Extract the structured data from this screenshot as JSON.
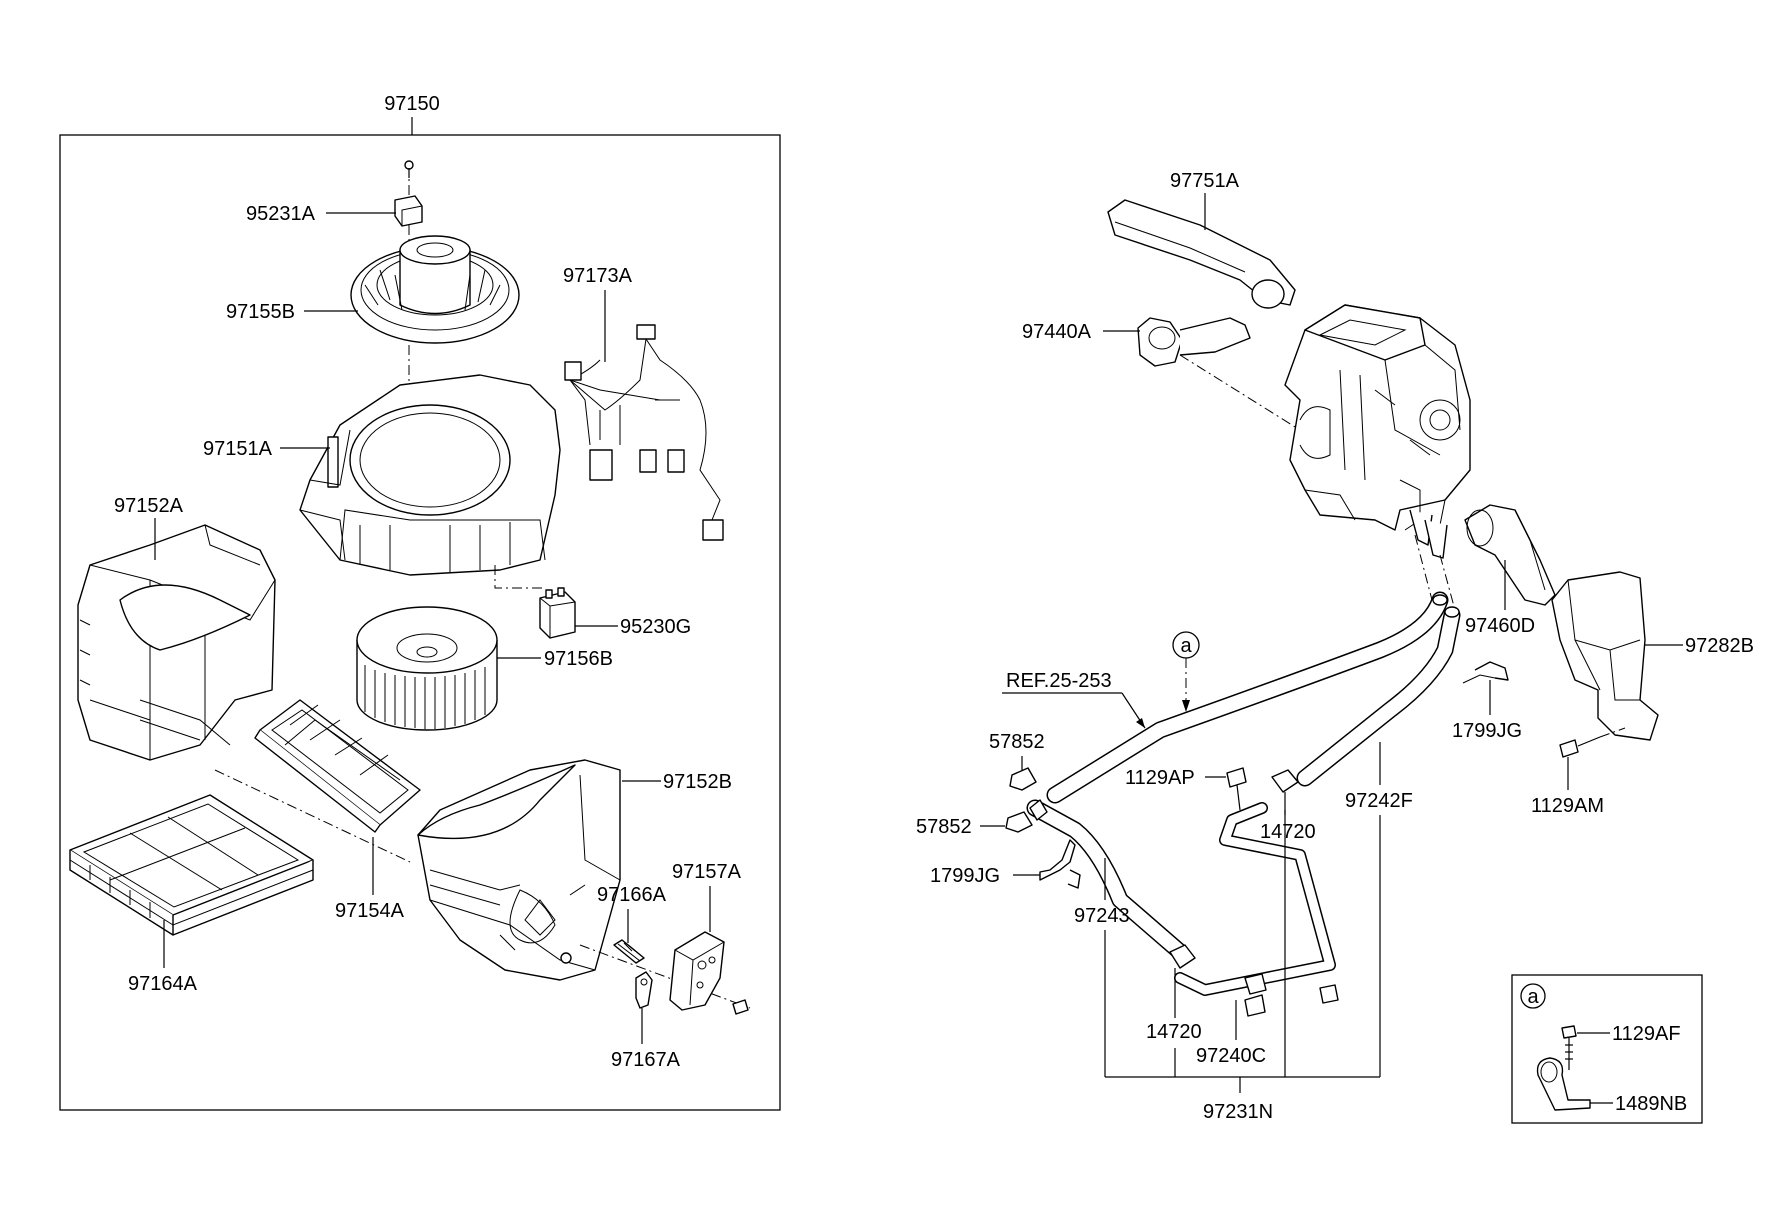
{
  "diagram": {
    "left_assembly": {
      "assembly_number": "97150",
      "parts": {
        "p95231A": "95231A",
        "p97155B": "97155B",
        "p97173A": "97173A",
        "p97151A": "97151A",
        "p97152A": "97152A",
        "p95230G": "95230G",
        "p97156B": "97156B",
        "p97152B": "97152B",
        "p97154A": "97154A",
        "p97157A": "97157A",
        "p97166A": "97166A",
        "p97164A": "97164A",
        "p97167A": "97167A"
      }
    },
    "right_assembly": {
      "parts": {
        "p97751A": "97751A",
        "p97440A": "97440A",
        "p97460D": "97460D",
        "p97282B": "97282B",
        "p1799JG_top": "1799JG",
        "p1129AM": "1129AM",
        "ref": "REF.25-253",
        "p57852_top": "57852",
        "p57852_bottom": "57852",
        "p1129AP": "1129AP",
        "p14720_right": "14720",
        "p97242F": "97242F",
        "p1799JG_bottom": "1799JG",
        "p97243": "97243",
        "p14720_bottom": "14720",
        "p97240C": "97240C",
        "p97231N": "97231N",
        "callout": "a"
      }
    },
    "detail_a": {
      "callout": "a",
      "p1129AF": "1129AF",
      "p1489NB": "1489NB"
    }
  }
}
